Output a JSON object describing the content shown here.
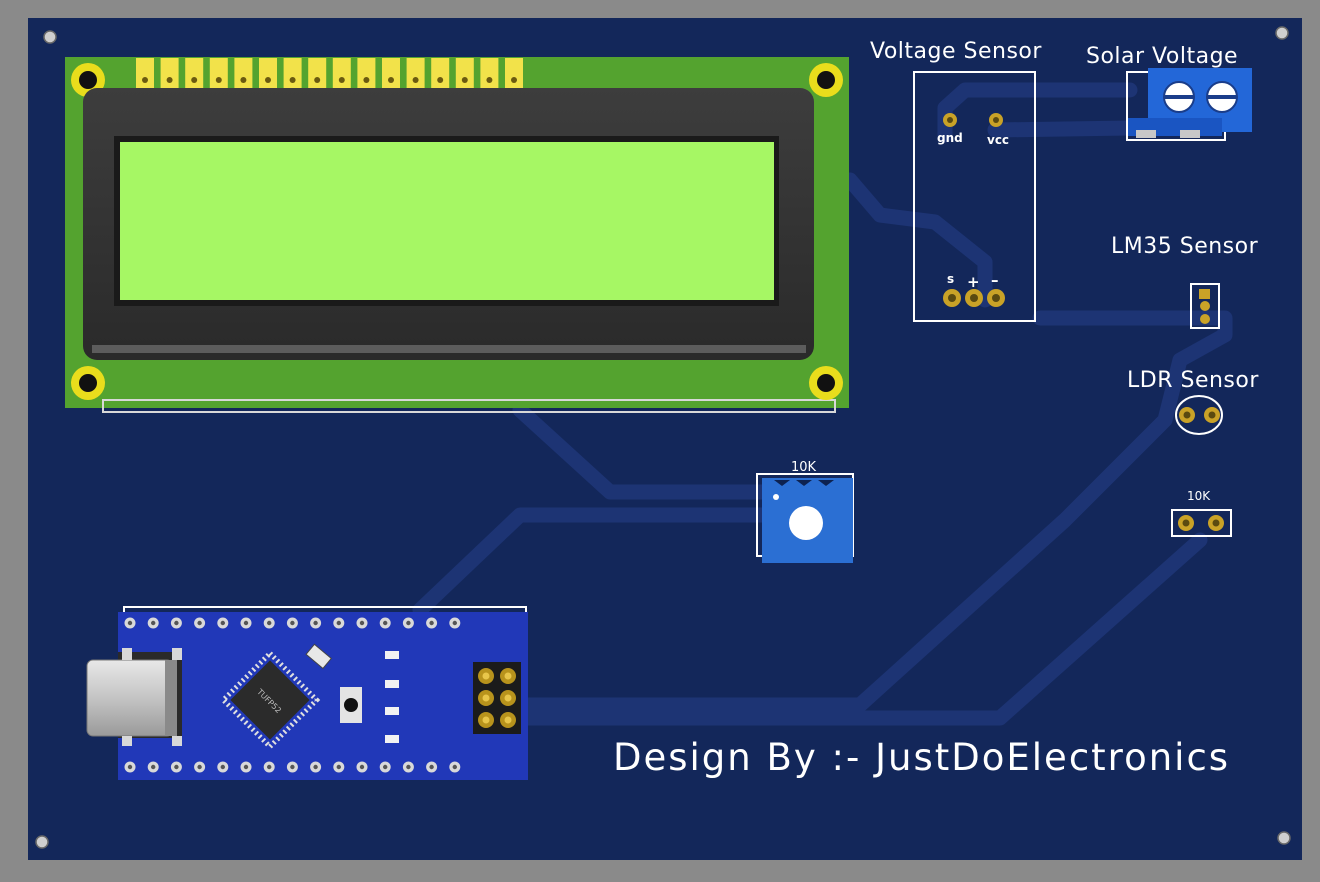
{
  "labels": {
    "voltage_sensor": "Voltage Sensor",
    "solar_voltage": "Solar Voltage",
    "lm35_sensor": "LM35 Sensor",
    "ldr_sensor": "LDR Sensor",
    "credit": "Design By :- JustDoElectronics"
  },
  "voltage_sensor_pins": {
    "gnd": "gnd",
    "vcc": "vcc",
    "s": "s",
    "plus": "+",
    "minus": "–"
  },
  "potentiometer": {
    "value": "10K"
  },
  "resistor": {
    "value": "10K"
  },
  "mcu_chip_marking": "TUFP52",
  "colors": {
    "board": "#13275a",
    "lcd_pcb": "#54a32f",
    "lcd_screen": "#a6f764",
    "copper_pad": "#c9a227",
    "terminal_blue": "#2367d8",
    "nano_blue": "#2138b8"
  }
}
